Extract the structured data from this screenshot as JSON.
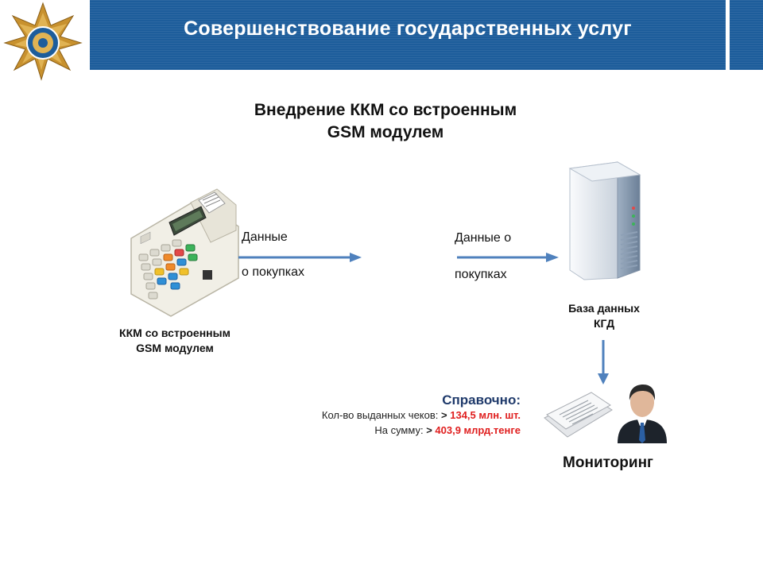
{
  "header": {
    "title": "Совершенствование государственных услуг"
  },
  "slide": {
    "title_line1": "Внедрение ККМ со встроенным",
    "title_line2": "GSM модулем"
  },
  "flow": {
    "arrow1_line1": "Данные",
    "arrow1_line2": "о покупках",
    "arrow2_line1": "Данные о",
    "arrow2_line2": "покупках"
  },
  "nodes": {
    "kkm_line1": "ККМ со встроенным",
    "kkm_line2": "GSM модулем",
    "db_line1": "База данных",
    "db_line2": "КГД",
    "monitoring": "Мониторинг"
  },
  "reference": {
    "title": "Справочно:",
    "receipts_label": "Кол-во выданных чеков:",
    "receipts_prefix": ">",
    "receipts_value": "134,5 млн. шт.",
    "sum_label": "На сумму:",
    "sum_prefix": ">",
    "sum_value": "403,9 млрд.тенге"
  },
  "colors": {
    "header_blue": "#1d5d9b",
    "arrow_blue": "#4f81bd",
    "accent_red": "#e01f1f",
    "ref_navy": "#1f3a6b"
  }
}
